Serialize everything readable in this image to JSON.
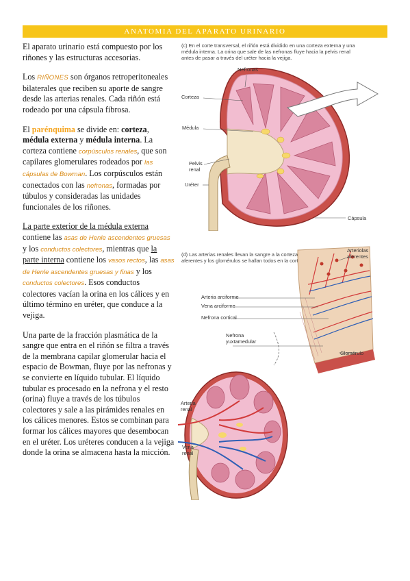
{
  "title": "ANATOMIA DEL APARATO URINARIO",
  "p1": "El aparato urinario está compuesto por los riñones y las estructuras accesorias.",
  "p2": {
    "a": "Los ",
    "term": "RIÑONES",
    "b": " son órganos retroperitoneales bilaterales que reciben su aporte de sangre desde las arterias renales. Cada riñón está rodeado por una cápsula fibrosa."
  },
  "p3": {
    "a": "El ",
    "term": "parénquima",
    "b": " se divide en: ",
    "s1": "corteza",
    "c": ", ",
    "s2": "médula externa",
    "d": " y ",
    "s3": "médula interna",
    "e": ". La corteza contiene ",
    "t1": "corpúsculos renales",
    "f": ", que son capilares glomerulares rodeados por ",
    "t2": "las cápsulas de Bowman",
    "g": ". Los corpúsculos están conectados con las ",
    "t3": "nefronas",
    "h": ", formadas por túbulos y consideradas las unidades funcionales de los riñones."
  },
  "p4": {
    "u1": "La parte exterior de la médula externa",
    "a": " contiene las ",
    "t1": "asas de Henle ascendentes gruesas",
    "b": " y los ",
    "t2": "conductos colectores",
    "c": ", mientras que ",
    "u2": "la parte interna",
    "d": " contiene los ",
    "t3": "vasos rectos",
    "e": ", las ",
    "t4": "asas de Henle ascendentes gruesas y finas",
    "f": " y los ",
    "t5": "conductos colectores",
    "g": ". Esos conductos colectores vacían la orina en los cálices y en último término en uréter, que conduce a la vejiga."
  },
  "p5": "Una parte de la fracción plasmática de la sangre que entra en el riñón se filtra a través de la membrana capilar glomerular hacia el espacio de Bowman, fluye por las nefronas y se convierte en líquido tubular. El líquido tubular es procesado en la nefrona y el resto (orina) fluye a través de los túbulos colectores y sale a las pirámides renales en los cálices menores. Estos se combinan para formar los cálices mayores que desembocan en el uréter. Los uréteres conducen a la vejiga donde la orina se almacena hasta la micción.",
  "figure_top": {
    "caption": "(c) En el corte transversal, el riñón está dividido en una corteza externa y una médula interna. La orina que sale de las nefronas fluye hacia la pelvis renal antes de pasar a través del uréter hacia la vejiga.",
    "labels": {
      "nefronas": "Nefronas",
      "corteza": "Corteza",
      "medula": "Médula",
      "pelvis": "Pelvis renal",
      "ureter": "Uréter",
      "capsula": "Cápsula"
    }
  },
  "figure_bottom": {
    "caption": "(d) Las arterias renales llevan la sangre a la corteza. Las arteriolas aferentes y los glomérulos se hallan todos en la corteza.",
    "labels": {
      "arteriolas": "Arteriolas aferentes",
      "arteria_arciforme": "Arteria arciforme",
      "vena_arciforme": "Vena arciforme",
      "nefrona_cortical": "Nefrona cortical",
      "nefrona_yux": "Nefrona yuxtamedular",
      "glomerulo": "Glomérulo",
      "arteria_renal": "Arteria renal",
      "vena_renal": "Vena renal"
    }
  },
  "colors": {
    "banner": "#f7c51a",
    "term": "#d98a14",
    "keyword": "#f5a623"
  }
}
